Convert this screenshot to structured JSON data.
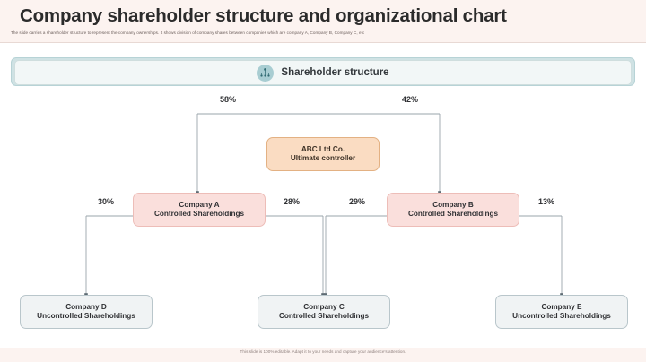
{
  "slide": {
    "title": "Company shareholder structure and organizational chart",
    "subtitle": "The slide carries a shareholder structure to represent the company ownerships. It shows division of company shares between companies which are company A, Company B, Company C, etc",
    "footer": "This slide is 100% editable. Adapt it to your needs and capture your audience's attention."
  },
  "section": {
    "label": "Shareholder structure",
    "icon": "organization-people-icon",
    "bar_color": "#cfe2e4",
    "icon_color": "#a8cdd2"
  },
  "chart_data": {
    "type": "diagram",
    "title": "Shareholder structure",
    "nodes": [
      {
        "id": "abc",
        "line1": "ABC Ltd Co.",
        "line2": "Ultimate controller",
        "level": 0,
        "color": "#fadcc2"
      },
      {
        "id": "compA",
        "line1": "Company A",
        "line2": "Controlled Shareholdings",
        "level": 1,
        "color": "#fadfdc"
      },
      {
        "id": "compB",
        "line1": "Company B",
        "line2": "Controlled Shareholdings",
        "level": 1,
        "color": "#fadfdc"
      },
      {
        "id": "compD",
        "line1": "Company D",
        "line2": "Uncontrolled Shareholdings",
        "level": 2,
        "color": "#f0f3f4"
      },
      {
        "id": "compC",
        "line1": "Company C",
        "line2": "Controlled Shareholdings",
        "level": 2,
        "color": "#f0f3f4"
      },
      {
        "id": "compE",
        "line1": "Company E",
        "line2": "Uncontrolled Shareholdings",
        "level": 2,
        "color": "#f0f3f4"
      }
    ],
    "edges": [
      {
        "from": "abc",
        "to": "compA",
        "label": "58%"
      },
      {
        "from": "abc",
        "to": "compB",
        "label": "42%"
      },
      {
        "from": "compA",
        "to": "compD",
        "label": "30%"
      },
      {
        "from": "compA",
        "to": "compC",
        "label": "28%"
      },
      {
        "from": "compB",
        "to": "compC",
        "label": "29%"
      },
      {
        "from": "compB",
        "to": "compE",
        "label": "13%"
      }
    ]
  }
}
